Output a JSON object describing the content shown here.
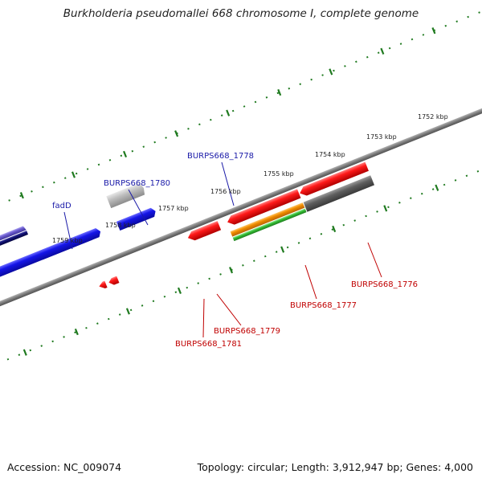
{
  "title": "Burkholderia pseudomallei 668 chromosome I, complete genome",
  "footer": {
    "accession": "Accession: NC_009074",
    "summary": "Topology: circular; Length: 3,912,947 bp; Genes: 4,000"
  },
  "ruler": {
    "labels": [
      "1752 kbp",
      "1753 kbp",
      "1754 kbp",
      "1755 kbp",
      "1756 kbp",
      "1757 kbp",
      "1758 kbp",
      "1759 kbp"
    ]
  },
  "gene_labels": {
    "forward": [
      "fadD",
      "BURPS668_1780",
      "BURPS668_1778"
    ],
    "reverse": [
      "BURPS668_1776",
      "BURPS668_1777",
      "BURPS668_1779",
      "BURPS668_1781"
    ]
  },
  "colors": {
    "forward_label": "#1a1aa8",
    "reverse_label": "#c00000",
    "tick": "#1f7a1f",
    "backbone": "#7a7a7a",
    "forward_cds": "#1515e0",
    "reverse_cds": "#e01010",
    "gray_feature": "#b8b8b8",
    "dark_gray_feature": "#5c5c5c",
    "orange_feature": "#f08c00",
    "green_feature": "#33bb33",
    "purple_feature": "#6a5acd",
    "navy_feature": "#101070"
  }
}
